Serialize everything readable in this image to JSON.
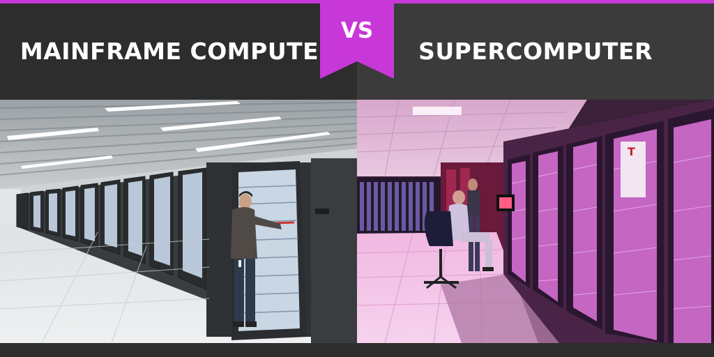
{
  "left_panel": {
    "title": "MAINFRAME COMPUTER"
  },
  "right_panel": {
    "title": "SUPERCOMPUTER"
  },
  "badge": {
    "label": "VS"
  },
  "colors": {
    "accent": "#c837d8",
    "dark": "#2d2d2d",
    "header_right": "#3b3b3b",
    "text": "#ffffff"
  }
}
